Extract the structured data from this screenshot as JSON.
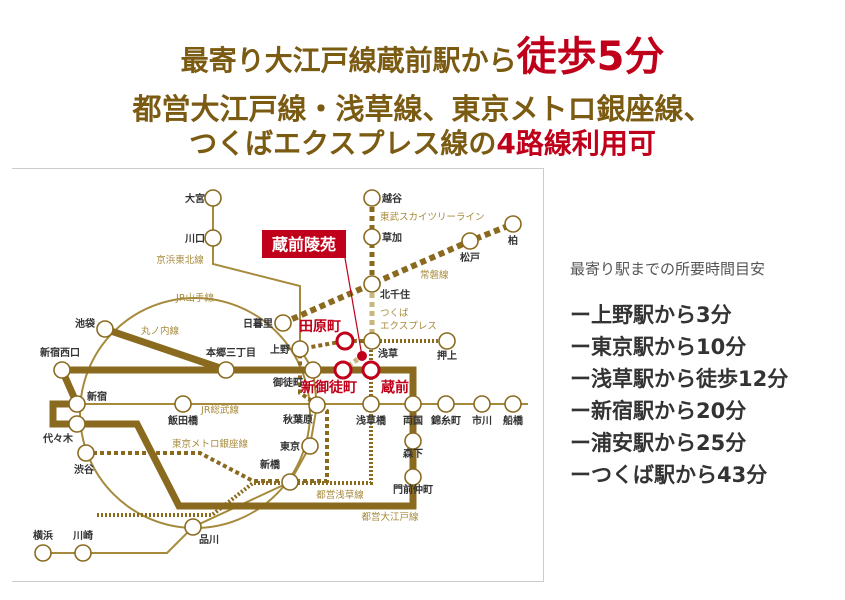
{
  "headline": {
    "line1_main": "最寄り大江戸線蔵前駅から",
    "line1_emphasis": "徒歩5分",
    "line2": "都営大江戸線・浅草線、東京メトロ銀座線、",
    "line3_main": "つくばエクスプレス線の",
    "line3_emphasis": "4路線利用可"
  },
  "map": {
    "property_label": "蔵前陵苑",
    "stations": [
      "大宮",
      "川口",
      "日暮里",
      "上野",
      "御徒町",
      "池袋",
      "本郷三丁目",
      "新宿西口",
      "新宿",
      "代々木",
      "渋谷",
      "飯田橋",
      "秋葉原",
      "東京",
      "新橋",
      "品川",
      "横浜",
      "川崎",
      "越谷",
      "草加",
      "北千住",
      "松戸",
      "柏",
      "浅草",
      "押上",
      "浅草橋",
      "両国",
      "錦糸町",
      "市川",
      "船橋",
      "森下",
      "門前仲町"
    ],
    "highlight_stations": [
      "田原町",
      "新御徒町",
      "蔵前"
    ],
    "lines": [
      "京浜東北線",
      "JR山手線",
      "丸ノ内線",
      "JR総武線",
      "東京メトロ銀座線",
      "都営浅草線",
      "都営大江戸線",
      "東武スカイツリーライン",
      "常磐線",
      "つくばエクスプレス"
    ],
    "colors": {
      "line": "#a68a3c",
      "dark": "#8a6a1f",
      "light": "#c8b67e",
      "highlight": "#c0001a"
    }
  },
  "sidebar": {
    "title": "最寄り駅までの所要時間目安",
    "items": [
      "ー上野駅から3分",
      "ー東京駅から10分",
      "ー浅草駅から徒歩12分",
      "ー新宿駅から20分",
      "ー浦安駅から25分",
      "ーつくば駅から43分"
    ]
  }
}
